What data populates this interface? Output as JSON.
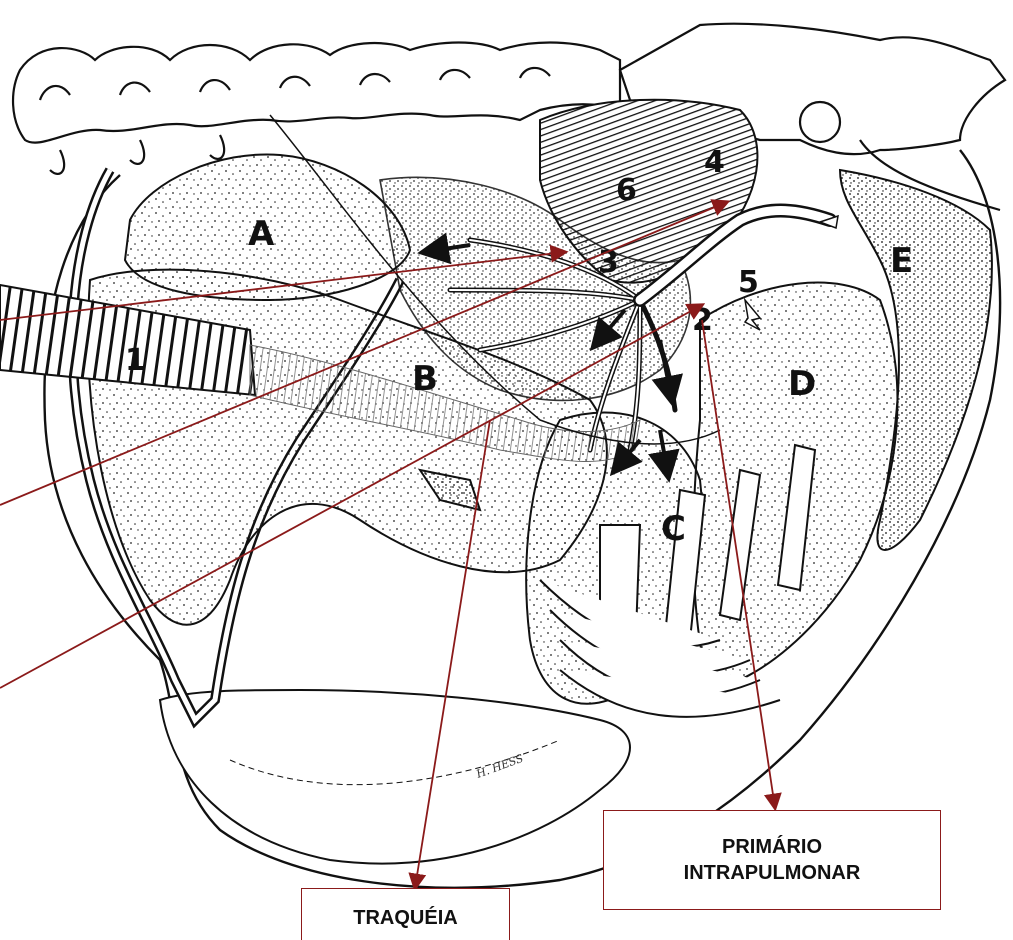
{
  "figure": {
    "region_labels": [
      "A",
      "B",
      "C",
      "D",
      "E"
    ],
    "number_labels": [
      "1",
      "2",
      "3",
      "4",
      "5",
      "6"
    ],
    "signature": "H. HESS"
  },
  "callouts": {
    "primario_line1": "PRIMÁRIO",
    "primario_line2": "INTRAPULMONAR",
    "traqueia": "TRAQUÉIA"
  },
  "colors": {
    "leader_line": "#8b1a1a",
    "ink": "#111111",
    "paper": "#ffffff"
  }
}
